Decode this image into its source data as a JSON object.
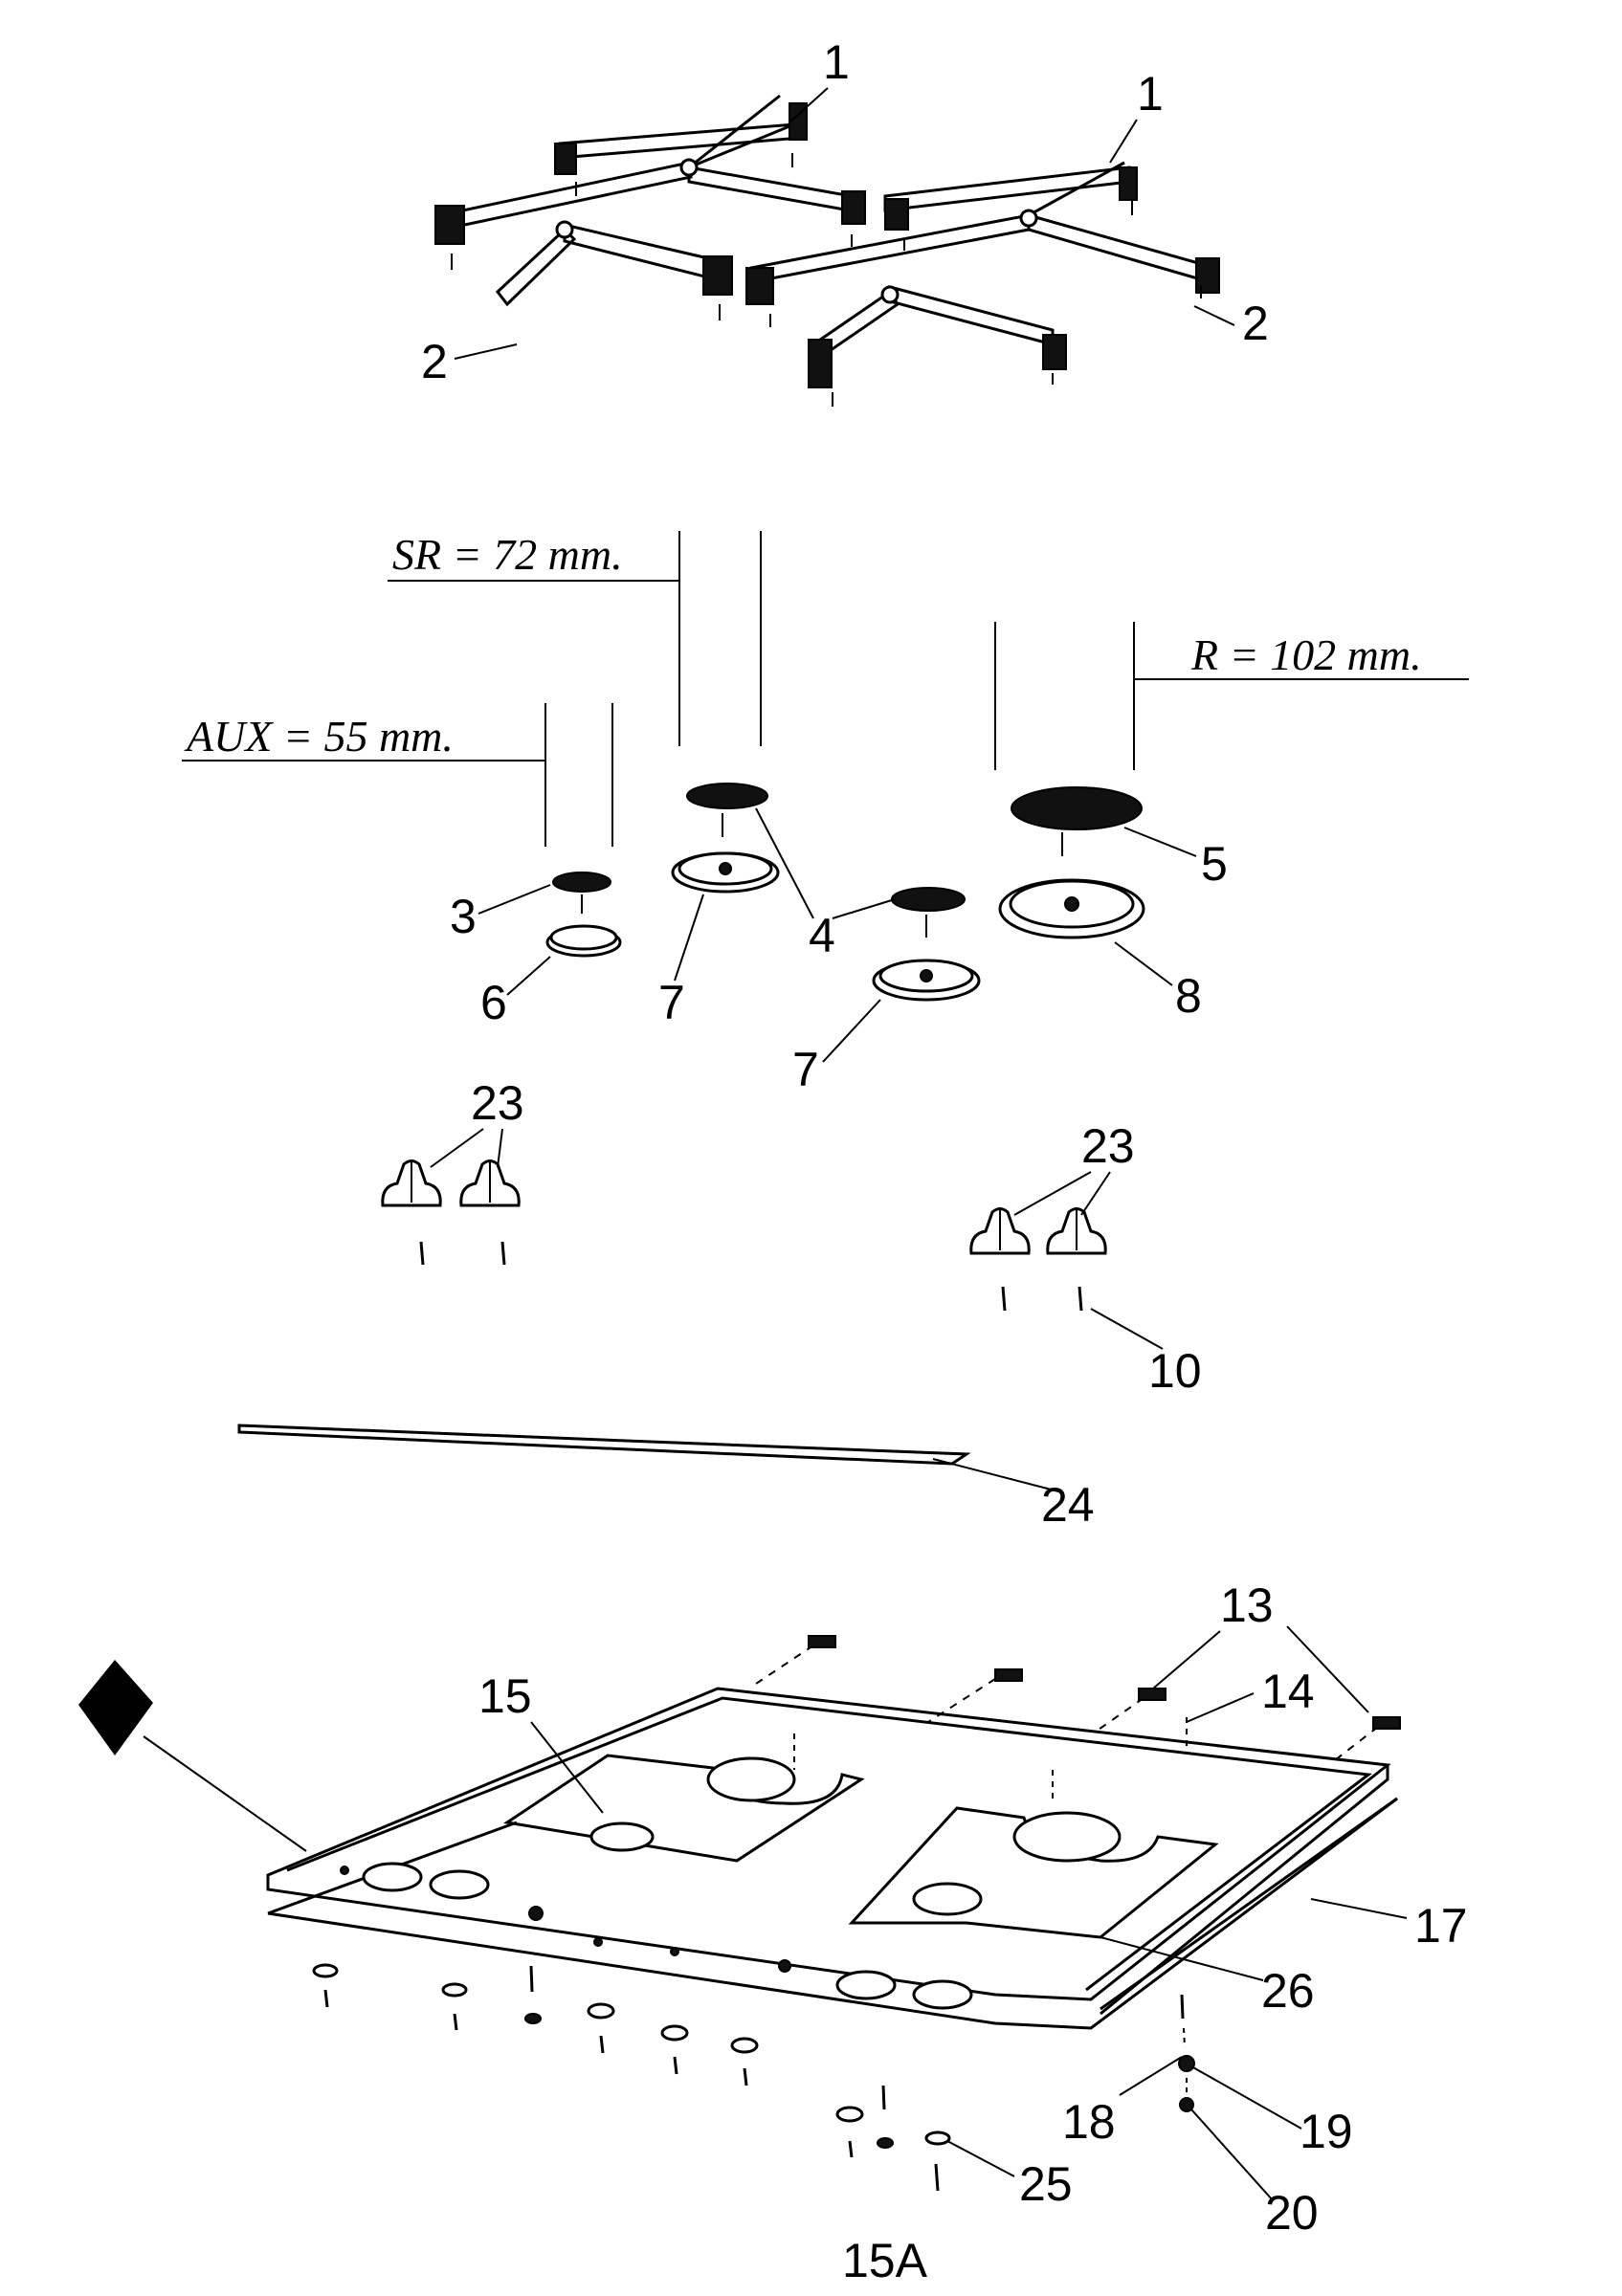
{
  "dimensions": {
    "sr": "SR = 72 mm.",
    "r": "R = 102 mm.",
    "aux": "AUX = 55 mm."
  },
  "labels": {
    "p1a": "1",
    "p1b": "1",
    "p2a": "2",
    "p2b": "2",
    "p3": "3",
    "p4a": "4",
    "p5": "5",
    "p6": "6",
    "p7a": "7",
    "p7b": "7",
    "p8": "8",
    "p23a": "23",
    "p23b": "23",
    "p10": "10",
    "p24": "24",
    "p13": "13",
    "p14": "14",
    "p15": "15",
    "p17": "17",
    "p26": "26",
    "p18": "18",
    "p19": "19",
    "p20": "20",
    "p25": "25",
    "p15a": "15A"
  }
}
